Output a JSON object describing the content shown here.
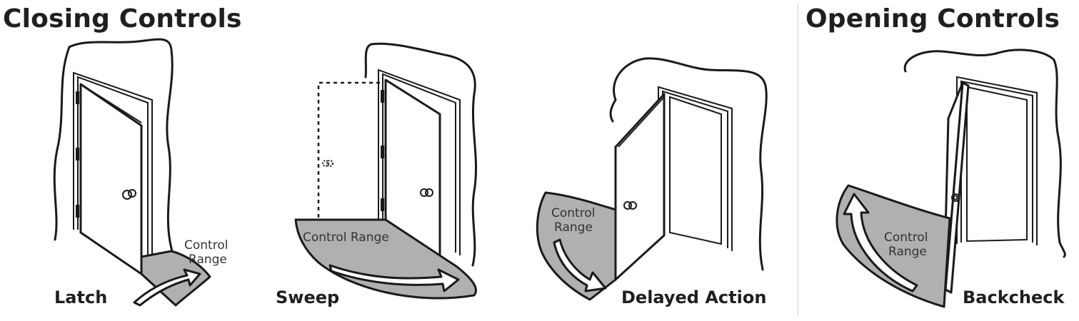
{
  "sections": {
    "closing_title": "Closing Controls",
    "opening_title": "Opening Controls"
  },
  "diagrams": [
    {
      "id": "latch",
      "label": "Latch",
      "range_text_1": "Control",
      "range_text_2": "Range"
    },
    {
      "id": "sweep",
      "label": "Sweep",
      "range_text": "Control Range"
    },
    {
      "id": "delayed",
      "label": "Delayed Action",
      "range_text_1": "Control",
      "range_text_2": "Range"
    },
    {
      "id": "backcheck",
      "label": "Backcheck",
      "range_text_1": "Control",
      "range_text_2": "Range"
    }
  ]
}
